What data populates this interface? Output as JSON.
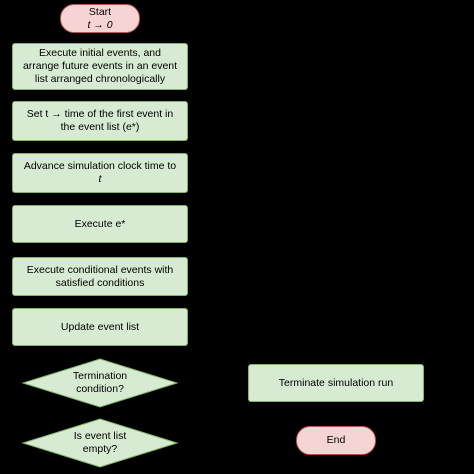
{
  "flowchart": {
    "start": {
      "line1": "Start",
      "line2": "t → 0"
    },
    "step1": {
      "line1": "Execute initial events, and",
      "line2": "arrange future events in an event",
      "line3": "list arranged chronologically"
    },
    "step2": {
      "line1": "Set t → time of the first event in",
      "line2": "the event list (e*)"
    },
    "step3": {
      "line1": "Advance simulation clock time to",
      "line2": "t"
    },
    "step4": {
      "line1": "Execute e*"
    },
    "step5": {
      "line1": "Execute conditional events with",
      "line2": "satisfied conditions"
    },
    "step6": {
      "line1": "Update event list"
    },
    "decision1": {
      "line1": "Termination",
      "line2": "condition?"
    },
    "decision2": {
      "line1": "Is event list",
      "line2": "empty?"
    },
    "terminate": {
      "line1": "Terminate simulation run"
    },
    "end": {
      "line1": "End"
    }
  },
  "colors": {
    "terminal_fill": "#f7d4d4",
    "terminal_stroke": "#b85450",
    "process_fill": "#d7ebd2",
    "process_stroke": "#82b366",
    "background": "#000000"
  }
}
